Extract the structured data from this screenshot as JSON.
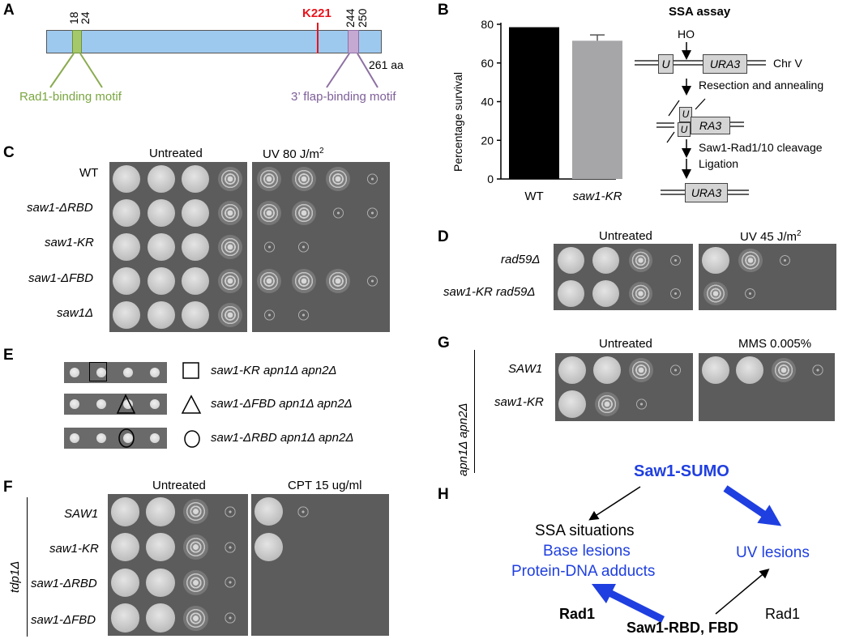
{
  "panels": {
    "A": "A",
    "B": "B",
    "C": "C",
    "D": "D",
    "E": "E",
    "F": "F",
    "G": "G",
    "H": "H"
  },
  "panelA": {
    "tick_18": "18",
    "tick_24": "24",
    "k221": "K221",
    "tick_244": "244",
    "tick_250": "250",
    "length": "261 aa",
    "rad1_motif": "Rad1-binding motif",
    "flap_motif": "3’ flap-binding motif",
    "colors": {
      "bar": "#9ec9ef",
      "rbd": "#a5c86a",
      "flap": "#c5a9d3",
      "k221": "#e8141c"
    }
  },
  "panelB": {
    "ssa_title": "SSA assay",
    "ho": "HO",
    "u": "U",
    "ura3": "URA3",
    "chr": "Chr V",
    "step1": "Resection and annealing",
    "u_top": "U",
    "u_bottom": "U",
    "ra3": "RA3",
    "step2": "Saw1-Rad1/10 cleavage",
    "step3": "Ligation",
    "ura3_final": "URA3"
  },
  "chart_data": {
    "type": "bar",
    "categories": [
      "WT",
      "saw1-KR"
    ],
    "values": [
      78.5,
      71.5
    ],
    "errors": [
      0,
      3
    ],
    "ylabel": "Percentage survival",
    "ylim": [
      0,
      80
    ],
    "yticks": [
      "0",
      "20",
      "40",
      "60",
      "80"
    ],
    "colors": [
      "#000000",
      "#a6a6a8"
    ]
  },
  "panelC": {
    "untreated": "Untreated",
    "uv": "UV 80 J/m",
    "sup": "2",
    "strains": [
      "WT",
      "saw1-ΔRBD",
      "saw1-KR",
      "saw1-ΔFBD",
      "saw1Δ"
    ]
  },
  "panelD": {
    "untreated": "Untreated",
    "uv": "UV 45 J/m",
    "sup": "2",
    "strains": [
      "rad59Δ",
      "saw1-KR rad59Δ"
    ]
  },
  "panelE": {
    "rows": [
      "saw1-KR apn1Δ apn2Δ",
      "saw1-ΔFBD apn1Δ apn2Δ",
      "saw1-ΔRBD apn1Δ apn2Δ"
    ]
  },
  "panelF": {
    "untreated": "Untreated",
    "cpt": "CPT 15 ug/ml",
    "bg": "tdp1Δ",
    "strains": [
      "SAW1",
      "saw1-KR",
      "saw1-ΔRBD",
      "saw1-ΔFBD"
    ]
  },
  "panelG": {
    "untreated": "Untreated",
    "mms": "MMS 0.005%",
    "bg": "apn1Δ apn2Δ",
    "strains": [
      "SAW1",
      "saw1-KR"
    ]
  },
  "panelH": {
    "sumo": "Saw1-SUMO",
    "ssa": "SSA situations",
    "base": "Base lesions",
    "protein": "Protein-DNA adducts",
    "uv": "UV lesions",
    "rad1_left": "Rad1",
    "rbd_fbd": "Saw1-RBD, FBD",
    "rad1_right": "Rad1",
    "colors": {
      "blue": "#1f3fe0"
    }
  }
}
